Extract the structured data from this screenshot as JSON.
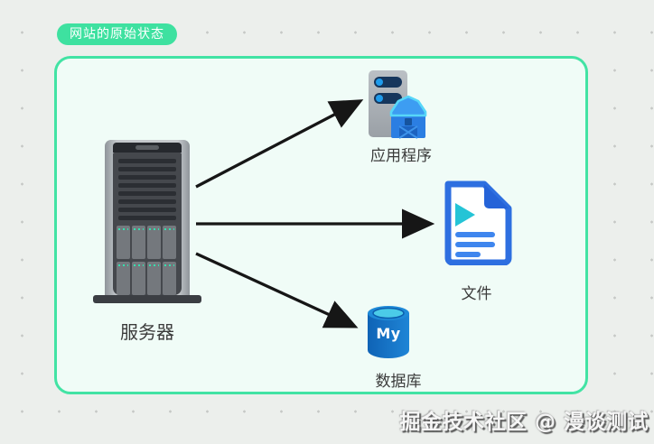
{
  "badge": {
    "label": "网站的原始状态"
  },
  "diagram": {
    "server": {
      "label": "服务器"
    },
    "application": {
      "label": "应用程序"
    },
    "file": {
      "label": "文件"
    },
    "database": {
      "label": "数据库",
      "icon_text": "My"
    }
  },
  "watermark": {
    "text": "掘金技术社区 @ 漫谈测试"
  },
  "colors": {
    "accent_green": "#3ee1a0",
    "panel_fill": "#f0fcf7",
    "background": "#ecefec",
    "arrow": "#161616",
    "icon_blue": "#2e6fe0",
    "icon_teal": "#25c4d6",
    "db_blue": "#1268c2",
    "db_cyan": "#4bcbe8"
  }
}
